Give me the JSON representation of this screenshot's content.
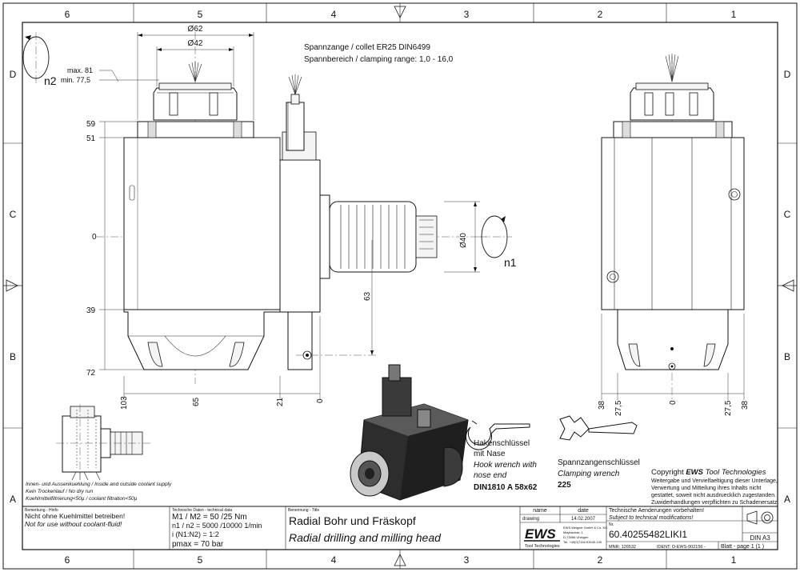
{
  "border": {
    "columns": [
      "6",
      "5",
      "4",
      "3",
      "2",
      "1"
    ],
    "rows": [
      "D",
      "C",
      "B",
      "A"
    ]
  },
  "collet": {
    "line1": "Spannzange / collet   ER25   DIN6499",
    "line2": "Spannbereich / clamping range: 1,0 - 16,0"
  },
  "dims": {
    "d62": "Ø62",
    "d42": "Ø42",
    "max": "max. 81",
    "min": "min. 77,5",
    "h59": "59",
    "h51": "51",
    "h0": "0",
    "h39": "39",
    "h72": "72",
    "d40": "Ø40",
    "v63": "63",
    "b103": "103",
    "b65": "65",
    "b21": "21",
    "b0": "0",
    "r38a": "38",
    "r275a": "27,5",
    "r0": "0",
    "r275b": "27,5",
    "r38b": "38"
  },
  "rotation": {
    "n1": "n1",
    "n2": "n2"
  },
  "coolant": {
    "line1": "Innen- und Aussenkuehlung / Inside and outside coolant supply",
    "line2": "Kein Trockenlauf / No dry run",
    "line3": "Kuehlmittelfiltrierung<50µ / coolant filtration<50µ"
  },
  "wrench1": {
    "de1": "Hakenschlüssel",
    "de2": "mit Nase",
    "en1": "Hook wrench with",
    "en2": "nose end",
    "spec": "DIN1810 A 58x62"
  },
  "wrench2": {
    "de": "Spannzangenschlüssel",
    "en": "Clamping wrench",
    "spec": "225"
  },
  "copyright": {
    "title_prefix": "Copyright ",
    "title_brand": "EWS",
    "title_suffix": " Tool Technologies",
    "lines": [
      "Weitergabe und Vervielfaeltigung dieser Unterlage,",
      "Verwertung und Mitteilung ihres Inhalts nicht",
      "gestattet, soweit nicht ausdruecklich zugestanden.",
      "Zuwiderhandlungen verpflichten zu Schadenersatz."
    ]
  },
  "titleblock": {
    "remark_label": "Bemerkung - Hinfo",
    "remark_de": "Nicht ohne Kuehlmittel betreiben!",
    "remark_en": "Not for use without coolant-fluid!",
    "tech_label": "Technische Daten - technical data",
    "m_line": "M1 / M2 = 50  /25  Nm",
    "n_line": "n1 / n2 = 5000 /10000 1/min",
    "i_line": "i  (N1:N2)  = 1:2",
    "p_line": "pmax      = 70  bar",
    "name_label": "Benennung - Title",
    "title_de": "Radial Bohr und Fräskopf",
    "title_en": "Radial drilling and milling head",
    "name_col": "name",
    "date_col": "date",
    "drawing_label": "drawing",
    "date_value": "14.02.2007",
    "logo": "EWS",
    "logo_sub": "Tool Technologies",
    "company_lines": [
      "EWS Weigele GmbH & Co. KG",
      "Maybachstr. 1",
      "D-73066 Uhingen",
      "Tel. +49(0)7161/93040-100"
    ],
    "change_de": "Technische Aenderungen vorbehalten!",
    "change_en": "Subject to technical modifications!",
    "nr_label": "Nr.",
    "part_number": "60.40255482LIKI1",
    "mnr": "MNR: 126532",
    "ident": "IDENT: D-EWS-002156 -",
    "sheet": "Blatt - page  1 (1 )",
    "din": "DIN A3"
  }
}
